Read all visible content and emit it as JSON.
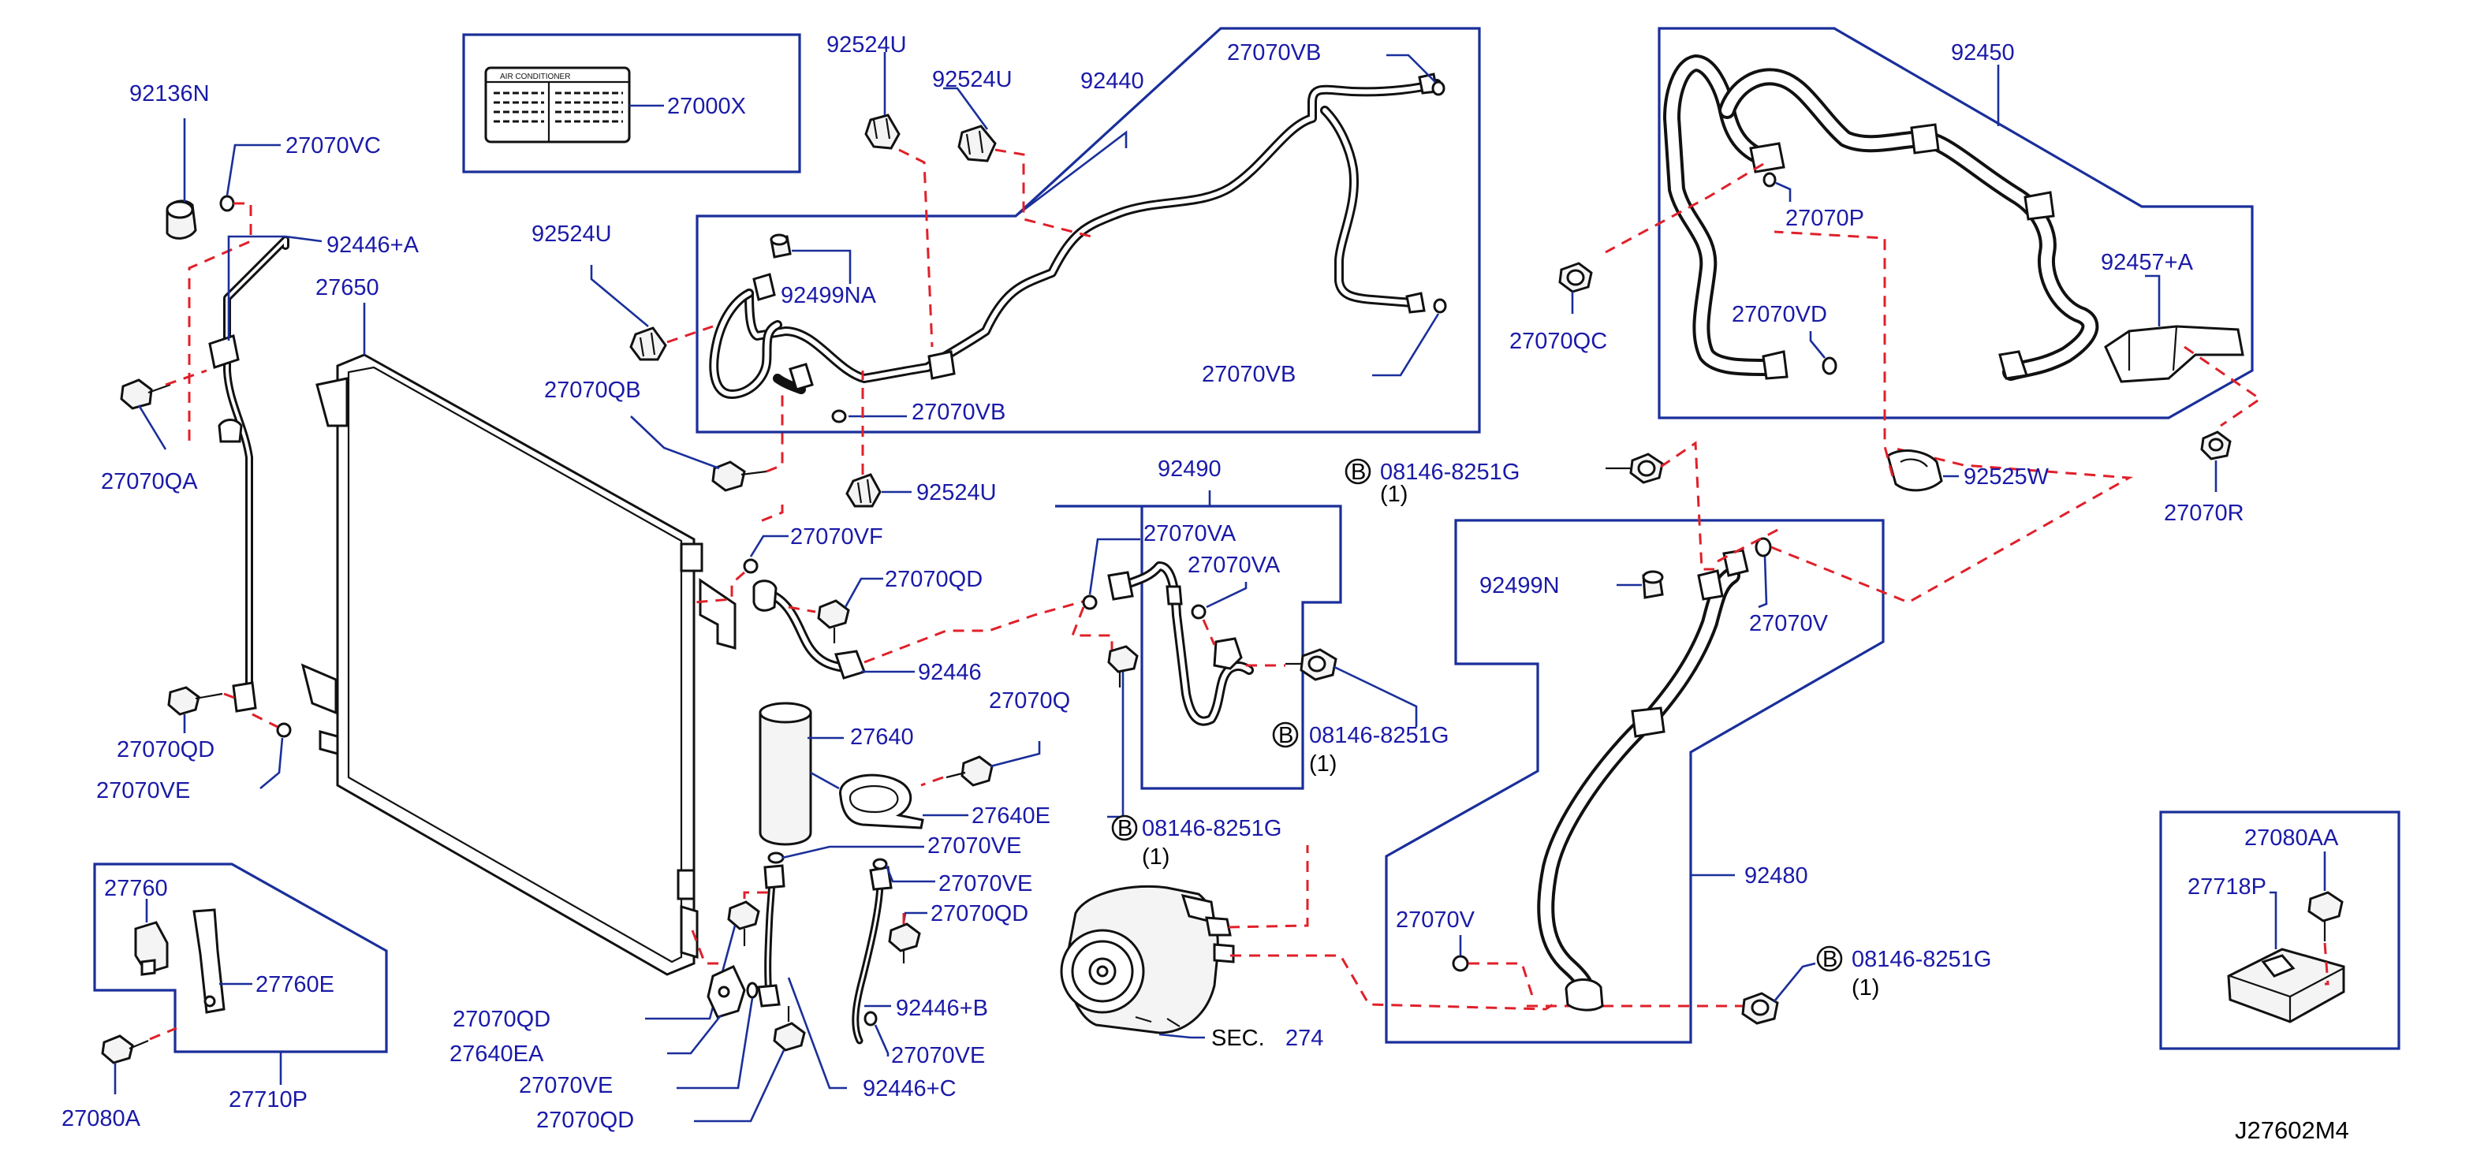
{
  "diagram_id": "J27602M4",
  "colors": {
    "label": "#1a1aa8",
    "leader": "#1a2f9a",
    "dashed_link": "#e0202a",
    "part_outline": "#111111"
  },
  "labels": {
    "l_92136N": "92136N",
    "l_27070VC": "27070VC",
    "l_92446A": "92446+A",
    "l_27650": "27650",
    "l_27070QA": "27070QA",
    "l_27070QD_a": "27070QD",
    "l_27070VE_a": "27070VE",
    "l_27000X": "27000X",
    "l_92524U_a": "92524U",
    "l_92524U_b": "92524U",
    "l_92524U_c": "92524U",
    "l_92524U_d": "92524U",
    "l_92440": "92440",
    "l_27070VB_a": "27070VB",
    "l_27070VB_b": "27070VB",
    "l_27070VB_c": "27070VB",
    "l_92499NA": "92499NA",
    "l_27070QB": "27070QB",
    "l_27070VF": "27070VF",
    "l_27070QD_b": "27070QD",
    "l_92446": "92446",
    "l_92490": "92490",
    "l_27070VA_a": "27070VA",
    "l_27070VA_b": "27070VA",
    "l_27070Q": "27070Q",
    "l_27640": "27640",
    "l_27640E": "27640E",
    "l_27070VE_b": "27070VE",
    "l_27070VE_c": "27070VE",
    "l_27070QD_c": "27070QD",
    "l_92446B": "92446+B",
    "l_27070VE_d": "27070VE",
    "l_92446C": "92446+C",
    "l_27070QD_d": "27070QD",
    "l_27640EA": "27640EA",
    "l_27070VE_e": "27070VE",
    "l_27070QD_e": "27070QD",
    "l_27760": "27760",
    "l_27760E": "27760E",
    "l_27710P": "27710P",
    "l_27080A": "27080A",
    "l_sec": "SEC.",
    "l_sec_num": "274",
    "l_bolt_a": "08146-8251G",
    "l_bolt_b": "08146-8251G",
    "l_bolt_c": "08146-8251G",
    "l_bolt_d": "08146-8251G",
    "qty": "(1)",
    "b_mark": "B",
    "l_92450": "92450",
    "l_27070P": "27070P",
    "l_27070QC": "27070QC",
    "l_27070VD": "27070VD",
    "l_92457A": "92457+A",
    "l_92525W": "92525W",
    "l_27070R": "27070R",
    "l_92499N": "92499N",
    "l_27070V_a": "27070V",
    "l_27070V_b": "27070V",
    "l_92480": "92480",
    "l_27080AA": "27080AA",
    "l_27718P": "27718P",
    "plate_title": "AIR    CONDITIONER"
  }
}
